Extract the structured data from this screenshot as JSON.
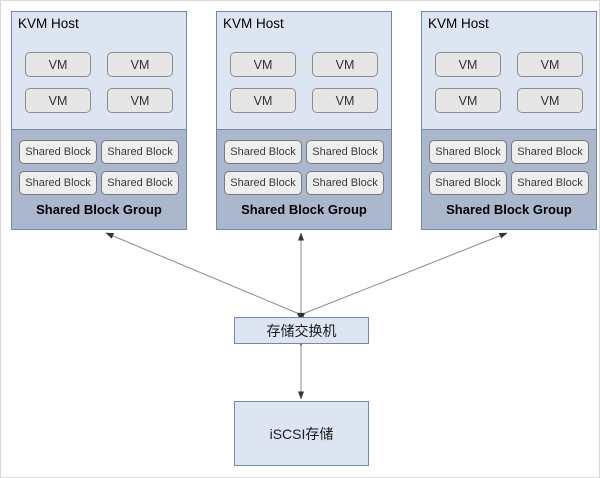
{
  "diagram": {
    "type": "architecture-diagram",
    "background_color": "#ffffff",
    "colors": {
      "host_fill": "#dde5f3",
      "host_border": "#7289ab",
      "shared_block_group_fill": "#aab7cd",
      "vm_fill": "#e6e6e6",
      "vm_border": "#8d8d8d",
      "shared_block_fill": "#eeeeee",
      "shared_block_border": "#7a7a7a",
      "edge_color": "#888888"
    },
    "hosts": [
      {
        "title": "KVM Host",
        "vms": [
          "VM",
          "VM",
          "VM",
          "VM"
        ],
        "shared_blocks": [
          "Shared Block",
          "Shared Block",
          "Shared Block",
          "Shared Block"
        ],
        "group_label": "Shared Block Group"
      },
      {
        "title": "KVM Host",
        "vms": [
          "VM",
          "VM",
          "VM",
          "VM"
        ],
        "shared_blocks": [
          "Shared Block",
          "Shared Block",
          "Shared Block",
          "Shared Block"
        ],
        "group_label": "Shared Block Group"
      },
      {
        "title": "KVM Host",
        "vms": [
          "VM",
          "VM",
          "VM",
          "VM"
        ],
        "shared_blocks": [
          "Shared Block",
          "Shared Block",
          "Shared Block",
          "Shared Block"
        ],
        "group_label": "Shared Block Group"
      }
    ],
    "switch": {
      "label": "存储交换机"
    },
    "storage": {
      "label": "iSCSI存储"
    },
    "connections": [
      {
        "from": "switch",
        "to": "host-1",
        "arrow": "both"
      },
      {
        "from": "switch",
        "to": "host-2",
        "arrow": "both"
      },
      {
        "from": "switch",
        "to": "host-3",
        "arrow": "both"
      },
      {
        "from": "switch",
        "to": "storage",
        "arrow": "both"
      }
    ]
  }
}
